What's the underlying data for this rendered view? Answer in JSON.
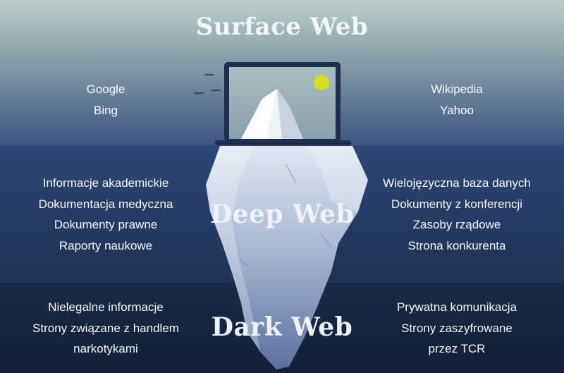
{
  "surface": {
    "title": "Surface Web",
    "left": [
      "Google",
      "Bing"
    ],
    "right": [
      "Wikipedia",
      "Yahoo"
    ]
  },
  "deep": {
    "title": "Deep Web",
    "left": [
      "Informacje akademickie",
      "Dokumentacja medyczna",
      "Dokumenty prawne",
      "Raporty naukowe"
    ],
    "right": [
      "Wielojęzyczna baza danych",
      "Dokumenty z konferencji",
      "Zasoby rządowe",
      "Strona konkurenta"
    ]
  },
  "dark": {
    "title": "Dark Web",
    "left": [
      "Nielegalne informacje",
      "Strony związane z handlem",
      "narkotykami"
    ],
    "right": [
      "Prywatna komunikacja",
      "Strony zaszyfrowane",
      "przez TCR"
    ]
  },
  "colors": {
    "sky_top": "#bccdcb",
    "sky_bottom": "#3d5482",
    "deep_water": "#2a4170",
    "dark_water": "#16263f",
    "sun": "#d6dd1f",
    "laptop": "#1f2f4d",
    "iceberg": "#dde6f0"
  },
  "icons": [
    "laptop-icon",
    "sun-icon",
    "bird-icon",
    "iceberg-icon"
  ]
}
